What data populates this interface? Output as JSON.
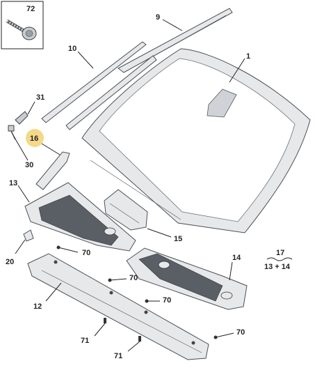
{
  "callouts": {
    "c1": "1",
    "c9": "9",
    "c10": "10",
    "c12": "12",
    "c13": "13",
    "c14": "14",
    "c15": "15",
    "c16": "16",
    "c17": "17",
    "c17_sub": "13 + 14",
    "c20": "20",
    "c30": "30",
    "c31": "31",
    "c72": "72",
    "c70a": "70",
    "c70b": "70",
    "c70c": "70",
    "c70d": "70",
    "c71a": "71",
    "c71b": "71"
  },
  "colors": {
    "highlight": "#f5d98a",
    "part_fill": "#e6e8ea",
    "part_stroke": "#4a4f55"
  }
}
